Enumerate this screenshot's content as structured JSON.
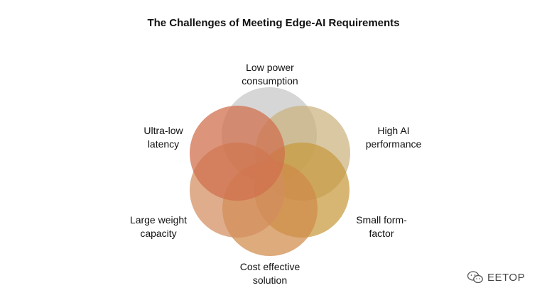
{
  "title": "The Challenges of Meeting Edge-AI Requirements",
  "labels": {
    "low_power": [
      "Low power",
      "consumption"
    ],
    "high_ai": [
      "High AI",
      "performance"
    ],
    "small_form": [
      "Small form-",
      "factor"
    ],
    "cost_effective": [
      "Cost effective",
      "solution"
    ],
    "large_weight": [
      "Large weight",
      "capacity"
    ],
    "ultra_low": [
      "Ultra-low",
      "latency"
    ]
  },
  "colors": {
    "low_power": "#c8c8c8",
    "high_ai": "#c9b07a",
    "small_form": "#c79a3e",
    "cost_effective": "#d08a4a",
    "large_weight": "#d28e5e",
    "ultra_low": "#d0704e"
  },
  "watermark": {
    "icon": "wechat-icon",
    "text": "EETOP"
  }
}
